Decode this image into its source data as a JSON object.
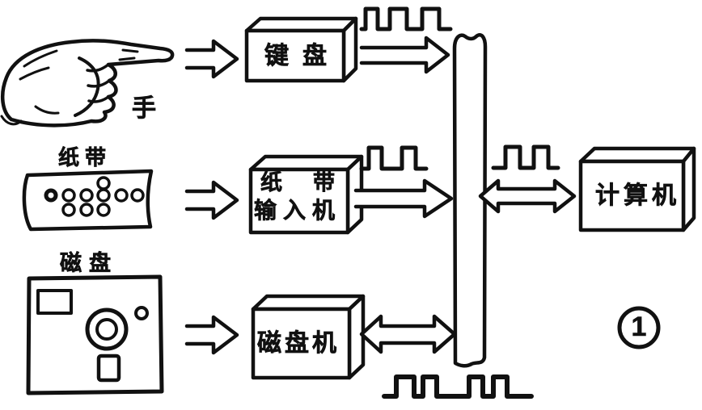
{
  "colors": {
    "ink": "#111111",
    "paper": "#ffffff"
  },
  "figure": {
    "circled_number": "1"
  },
  "inputs": [
    {
      "icon": "pointing-hand-icon",
      "label": "手"
    },
    {
      "icon": "paper-tape-icon",
      "label": "纸带"
    },
    {
      "icon": "floppy-disk-icon",
      "label": "磁盘"
    }
  ],
  "devices": {
    "keyboard": {
      "label": "键盘"
    },
    "tape_reader": {
      "line1": "纸带",
      "line2": "输入机"
    },
    "disk_drive": {
      "label": "磁盘机"
    },
    "computer": {
      "label": "计算机"
    }
  },
  "flows": [
    {
      "from": "手",
      "to": "键盘",
      "type": "one-way"
    },
    {
      "from": "纸带",
      "to": "纸带输入机",
      "type": "one-way"
    },
    {
      "from": "磁盘",
      "to": "磁盘机",
      "type": "one-way"
    },
    {
      "from": "键盘",
      "to": "bus",
      "type": "one-way",
      "signal": "square-wave-pulse"
    },
    {
      "from": "纸带输入机",
      "to": "bus",
      "type": "one-way",
      "signal": "square-wave-pulse"
    },
    {
      "from": "磁盘机",
      "to": "bus",
      "type": "two-way",
      "signal": "square-wave-pulse"
    },
    {
      "from": "bus",
      "to": "计算机",
      "type": "two-way",
      "signal": "square-wave-pulse"
    }
  ]
}
